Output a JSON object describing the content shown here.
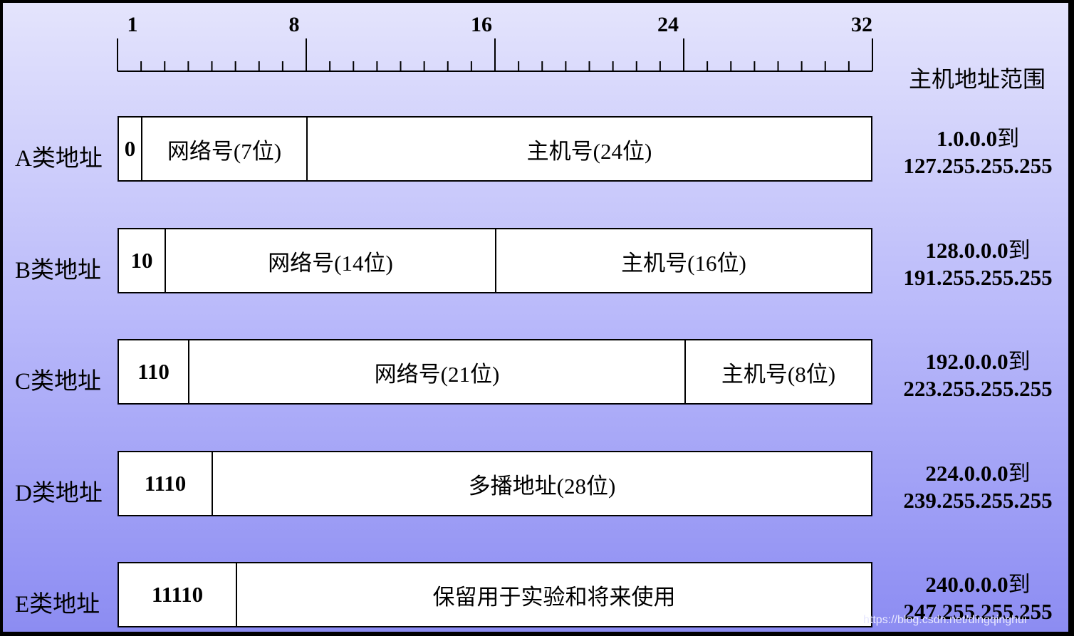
{
  "ruler": {
    "ticks": [
      "1",
      "8",
      "16",
      "24",
      "32"
    ]
  },
  "range_header": "主机地址范围",
  "rows": [
    {
      "label": "A类地址",
      "prefix": "0",
      "net": "网络号(7位)",
      "host": "主机号(24位)",
      "range_start": "1.0.0.0",
      "range_to": "到",
      "range_end": "127.255.255.255"
    },
    {
      "label": "B类地址",
      "prefix": "10",
      "net": "网络号(14位)",
      "host": "主机号(16位)",
      "range_start": "128.0.0.0",
      "range_to": "到",
      "range_end": "191.255.255.255"
    },
    {
      "label": "C类地址",
      "prefix": "110",
      "net": "网络号(21位)",
      "host": "主机号(8位)",
      "range_start": "192.0.0.0",
      "range_to": "到",
      "range_end": "223.255.255.255"
    },
    {
      "label": "D类地址",
      "prefix": "1110",
      "rest": "多播地址(28位)",
      "range_start": "224.0.0.0",
      "range_to": "到",
      "range_end": "239.255.255.255"
    },
    {
      "label": "E类地址",
      "prefix": "11110",
      "rest": "保留用于实验和将来使用",
      "range_start": "240.0.0.0",
      "range_to": "到",
      "range_end": "247.255.255.255"
    }
  ],
  "watermark": "https://blog.csdn.net/dingqinghui"
}
